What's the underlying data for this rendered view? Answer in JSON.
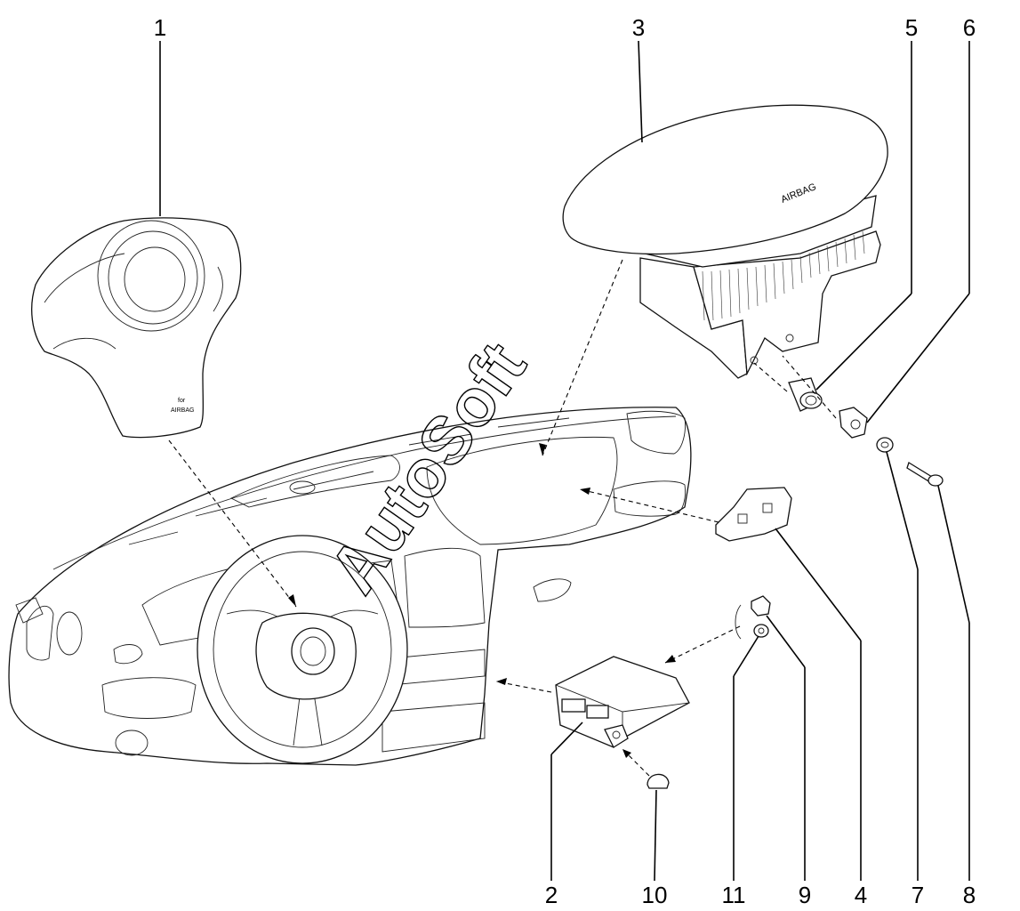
{
  "callouts": [
    {
      "id": "1",
      "text": "1"
    },
    {
      "id": "2",
      "text": "2"
    },
    {
      "id": "3",
      "text": "3"
    },
    {
      "id": "4",
      "text": "4"
    },
    {
      "id": "5",
      "text": "5"
    },
    {
      "id": "6",
      "text": "6"
    },
    {
      "id": "7",
      "text": "7"
    },
    {
      "id": "8",
      "text": "8"
    },
    {
      "id": "9",
      "text": "9"
    },
    {
      "id": "10",
      "text": "10"
    },
    {
      "id": "11",
      "text": "11"
    }
  ],
  "watermark": "AutoSoft",
  "labels": {
    "steering_airbag_text_line1": "for",
    "steering_airbag_text_line2": "AIRBAG",
    "passenger_airbag_text": "AIRBAG"
  }
}
